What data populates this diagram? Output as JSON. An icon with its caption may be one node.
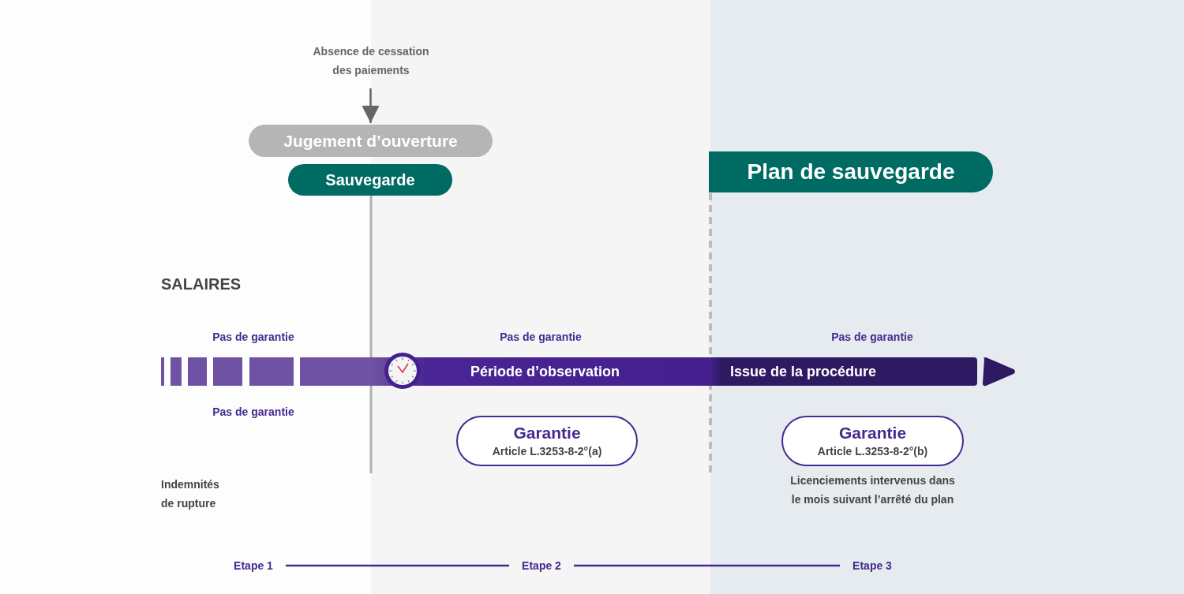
{
  "diagram": {
    "nodes": [
      {
        "text": [
          "Absence de cessation des paiements"
        ]
      },
      {
        "text": [
          "Jugement d’ouverture"
        ]
      },
      {
        "text": [
          "Sauvegarde"
        ]
      },
      {
        "text": [
          "Plan de sauvegarde"
        ]
      },
      {
        "text": [
          "Période d’observation"
        ]
      },
      {
        "text": [
          "Issue de la procédure"
        ]
      },
      {
        "text": [
          "Garantie",
          "Article L.3253-8-2°(a)"
        ]
      },
      {
        "text": [
          "Garantie",
          "Article L.3253-8-2°(b)"
        ],
        "beside": [
          "Licenciements intervenus dans le mois suivant l’arrêté du plan"
        ]
      },
      {
        "text": [
          "Etape 1"
        ]
      },
      {
        "text": [
          "Etape 2"
        ]
      },
      {
        "text": [
          "Etape 3"
        ]
      }
    ],
    "edges": [
      {
        "from": 0,
        "to": 1,
        "arrow": "to",
        "color": "#666666"
      },
      {
        "from": 8,
        "to": 9,
        "arrow": "none"
      },
      {
        "from": 9,
        "to": 10,
        "arrow": "none"
      }
    ],
    "labels": [
      "SALAIRES",
      "Pas de garantie",
      "Pas de garantie",
      "Pas de garantie",
      "Pas de garantie",
      "Indemnités de rupture"
    ]
  }
}
